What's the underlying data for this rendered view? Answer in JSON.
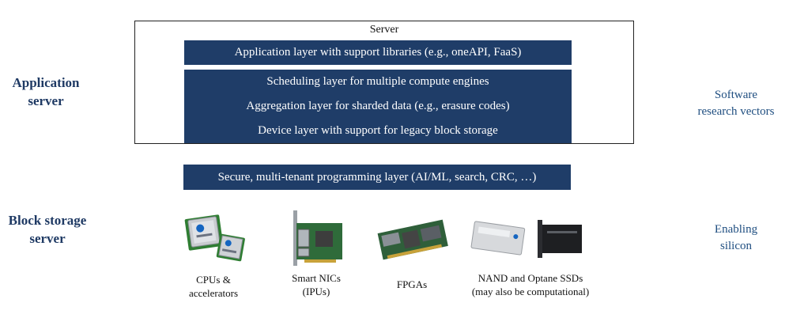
{
  "left_labels": {
    "application_server": [
      "Application",
      "server"
    ],
    "block_storage_server": [
      "Block storage",
      "server"
    ]
  },
  "right_labels": {
    "software_research_vectors": [
      "Software",
      "research vectors"
    ],
    "enabling_silicon": [
      "Enabling",
      "silicon"
    ]
  },
  "server": {
    "title": "Server",
    "layers": [
      "Application layer with support libraries (e.g., oneAPI, FaaS)",
      "Scheduling layer for multiple compute engines",
      "Aggregation layer for sharded data (e.g., erasure codes)",
      "Device layer with support for legacy block storage"
    ]
  },
  "programming_layer": "Secure, multi-tenant programming layer (AI/ML, search, CRC, …)",
  "hardware": [
    {
      "lines": [
        "CPUs &",
        "accelerators"
      ],
      "icon": "cpu-chips-icon"
    },
    {
      "lines": [
        "Smart NICs",
        "(IPUs)"
      ],
      "icon": "smart-nic-card-icon"
    },
    {
      "lines": [
        "FPGAs"
      ],
      "icon": "fpga-card-icon"
    },
    {
      "lines": [
        "NAND and Optane SSDs",
        "(may also be computational)"
      ],
      "icon": "ssd-drives-icon"
    }
  ],
  "colors": {
    "layer_fill": "#1f3d68",
    "label_dark": "#1f3a64",
    "label_blue": "#1f4e80"
  }
}
